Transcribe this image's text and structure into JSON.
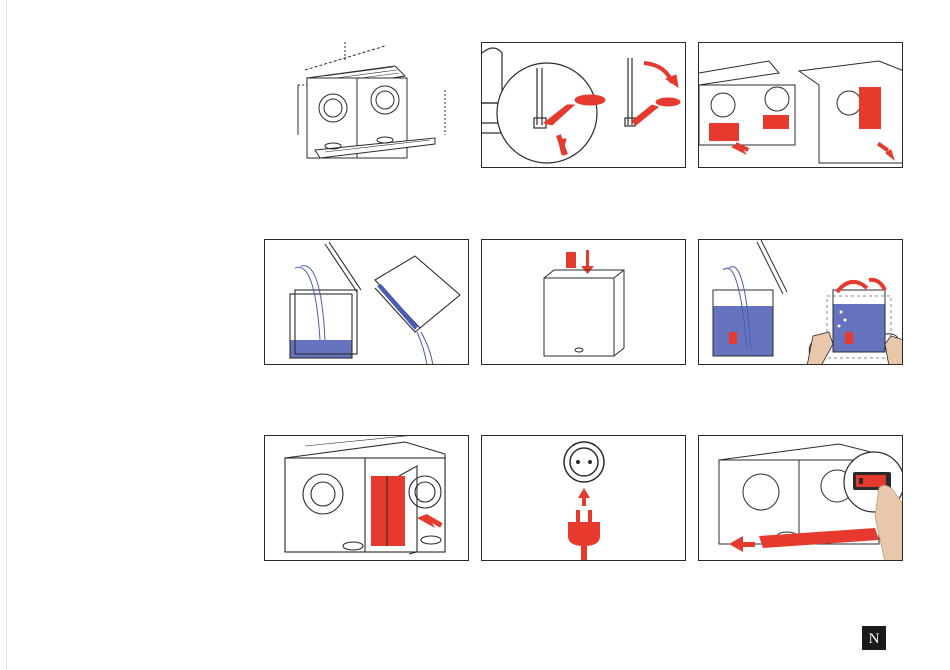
{
  "document": {
    "page": "manual-illustrations",
    "colors": {
      "line": "#2b2b2b",
      "accent": "#e63a2e",
      "water": "#4b5cb4",
      "skin": "#e9c7aa"
    }
  },
  "steps": [
    {
      "id": "dimensions",
      "icon": "machine-dimensions-illustration"
    },
    {
      "id": "lever",
      "icon": "drip-tray-lever-illustration"
    },
    {
      "id": "tank-remove",
      "icon": "water-tank-remove-illustration"
    },
    {
      "id": "rinse",
      "icon": "rinse-tank-illustration"
    },
    {
      "id": "insert-capsule",
      "icon": "tank-capsule-insert-illustration"
    },
    {
      "id": "fill-shake",
      "icon": "fill-and-shake-illustration"
    },
    {
      "id": "reinsert",
      "icon": "reinsert-tank-illustration"
    },
    {
      "id": "plug",
      "icon": "power-plug-illustration"
    },
    {
      "id": "power-on",
      "icon": "power-button-illustration"
    }
  ],
  "brand": {
    "logo_glyph": "N"
  }
}
